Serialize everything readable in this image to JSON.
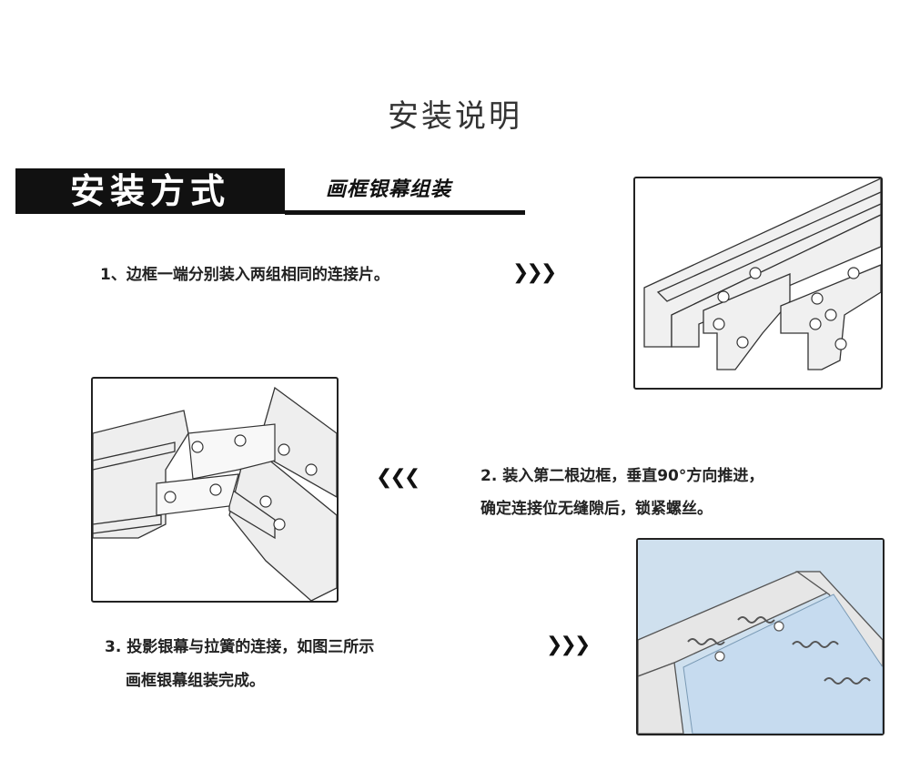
{
  "title": "安装说明",
  "banner": {
    "heading": "安装方式",
    "subheading": "画框银幕组装"
  },
  "steps": [
    {
      "text": "1、边框一端分别装入两组相同的连接片。",
      "arrow": "right"
    },
    {
      "line1": "2. 装入第二根边框，垂直90°方向推进，",
      "line2": "确定连接位无缝隙后，锁紧螺丝。",
      "arrow": "left"
    },
    {
      "line1": "3. 投影银幕与拉簧的连接，如图三所示",
      "line2": "画框银幕组装完成。",
      "arrow": "right"
    }
  ],
  "icons": {
    "right_arrows": "chevrons-right-icon",
    "left_arrows": "chevrons-left-icon"
  },
  "glyphs": {
    "right": "❯❯❯",
    "left": "❮❮❮"
  },
  "colors": {
    "banner": "#111111",
    "spring_panel": "#cfe0ee",
    "frame_metal": "#e6e6e6"
  }
}
